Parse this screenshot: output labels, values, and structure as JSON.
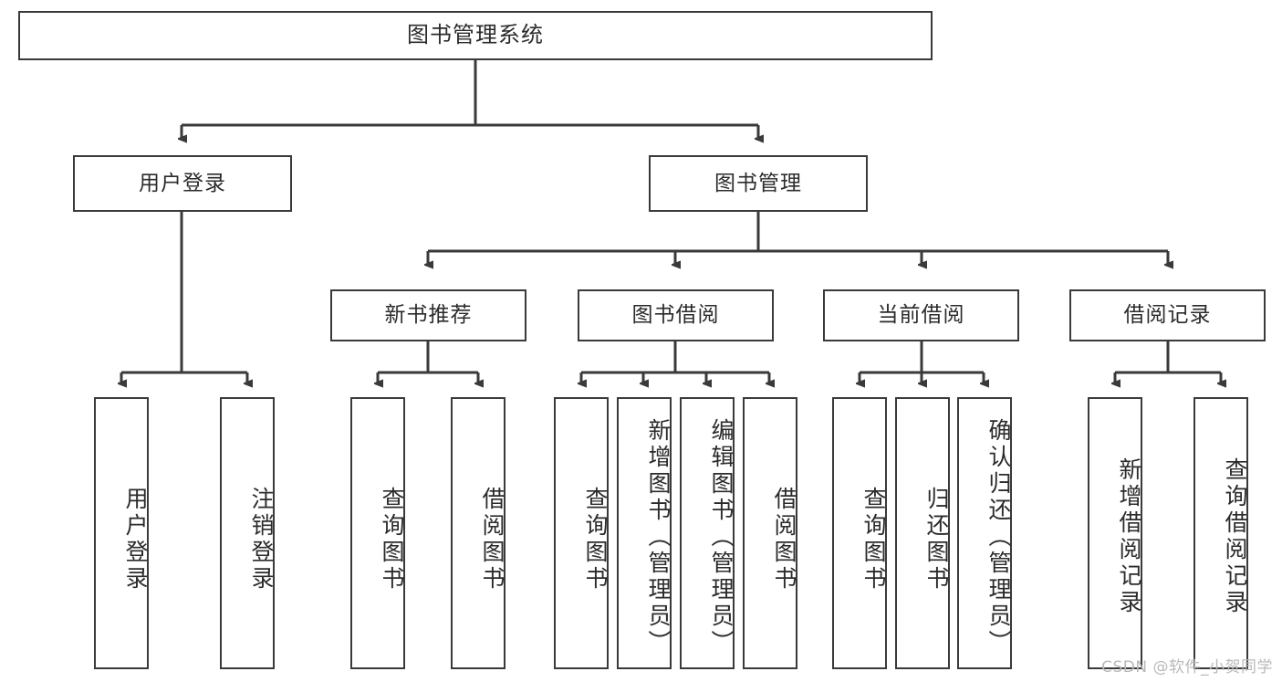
{
  "diagram": {
    "title": "图书管理系统",
    "watermark": "CSDN @软件_小贺同学",
    "stroke_color": "#3a3a3a",
    "text_color": "#2b2b2b",
    "background": "#ffffff",
    "root": {
      "label": "图书管理系统"
    },
    "level2": [
      {
        "label": "用户登录"
      },
      {
        "label": "图书管理"
      }
    ],
    "level3": [
      {
        "label": "新书推荐"
      },
      {
        "label": "图书借阅"
      },
      {
        "label": "当前借阅"
      },
      {
        "label": "借阅记录"
      }
    ],
    "leaves": [
      {
        "label": "用户登录"
      },
      {
        "label": "注销登录"
      },
      {
        "label": "查询图书"
      },
      {
        "label": "借阅图书"
      },
      {
        "label": "查询图书"
      },
      {
        "label": "新增图书（管理员）"
      },
      {
        "label": "编辑图书（管理员）"
      },
      {
        "label": "借阅图书"
      },
      {
        "label": "查询图书"
      },
      {
        "label": "归还图书"
      },
      {
        "label": "确认归还（管理员）"
      },
      {
        "label": "新增借阅记录"
      },
      {
        "label": "查询借阅记录"
      }
    ]
  }
}
